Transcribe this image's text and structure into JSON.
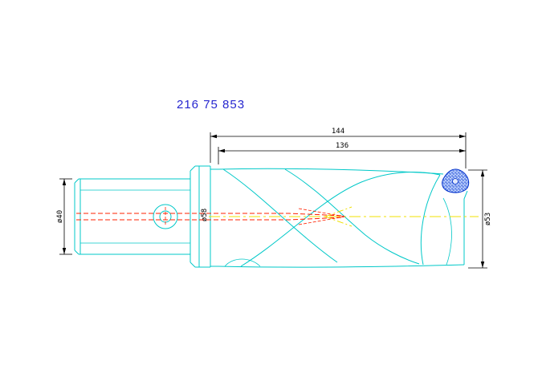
{
  "window": {
    "background": "#ffffff"
  },
  "drawing": {
    "part_number": "216 75 853",
    "dimensions": {
      "overall_length": {
        "value": "144"
      },
      "flute_length": {
        "value": "136"
      },
      "shank_diameter": {
        "value": "ø40"
      },
      "collar_diameter": {
        "value": "ø58"
      },
      "cutting_diameter": {
        "value": "ø53"
      }
    },
    "colors": {
      "geometry_line": "#00c8c8",
      "part_number_text": "#2626cf",
      "dimension_line": "#000000",
      "coolant_line_red": "#ff2000",
      "centerline_yellow": "#f0e000",
      "insert_speckle_blue": "#0030cc"
    }
  }
}
